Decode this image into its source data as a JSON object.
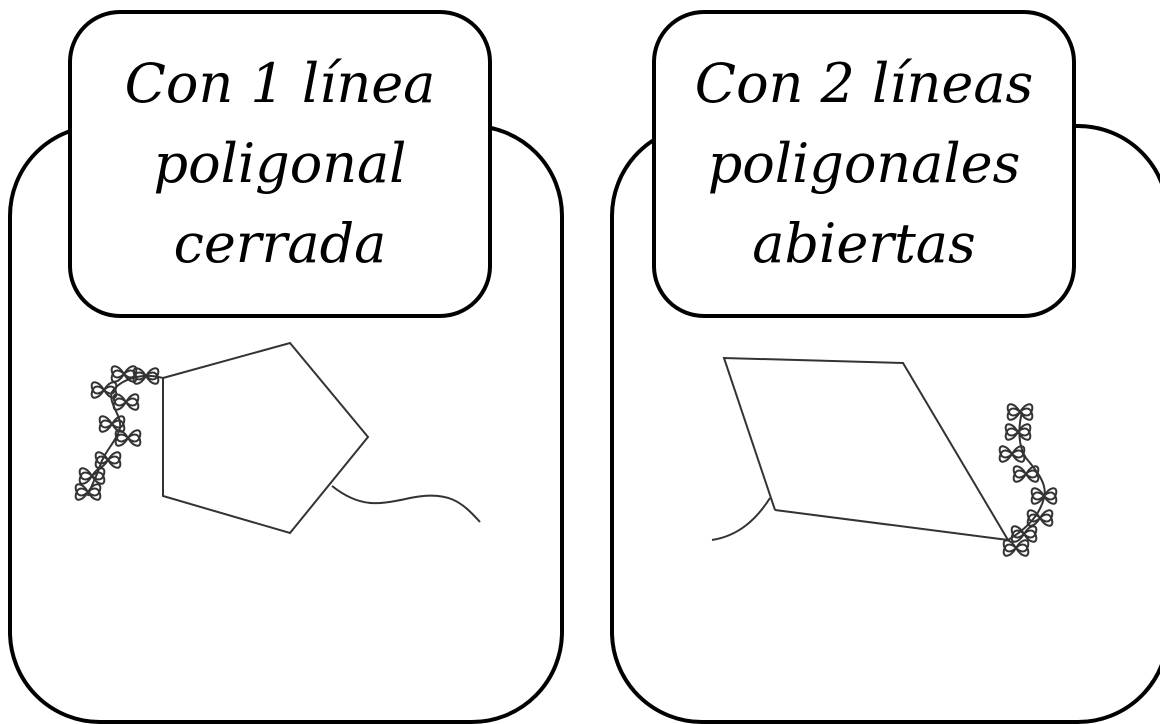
{
  "cards": [
    {
      "label_lines": [
        "Con 1 línea",
        "poligonal",
        "cerrada"
      ],
      "figure": "kite-pentagon-closed"
    },
    {
      "label_lines": [
        "Con 2 líneas",
        "poligonales",
        "abiertas"
      ],
      "figure": "kite-rhombus-open"
    }
  ],
  "colors": {
    "background": "#ffffff",
    "stroke": "#000000",
    "figure_stroke": "#333333"
  }
}
